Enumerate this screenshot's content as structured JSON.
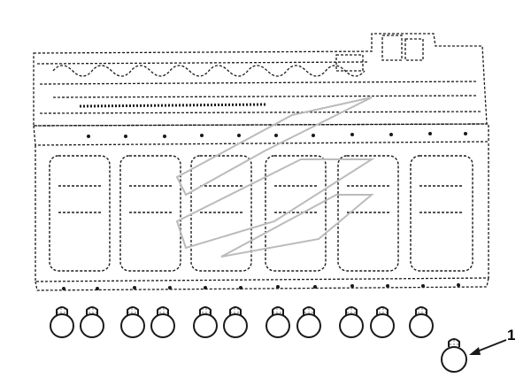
{
  "diagram": {
    "callouts": [
      {
        "label": "1",
        "target": "loose-plug"
      }
    ],
    "colors": {
      "ink": "#1a1a1a",
      "paper": "#ffffff",
      "watermark": "#bbbbbb"
    },
    "plug_count": 11
  }
}
